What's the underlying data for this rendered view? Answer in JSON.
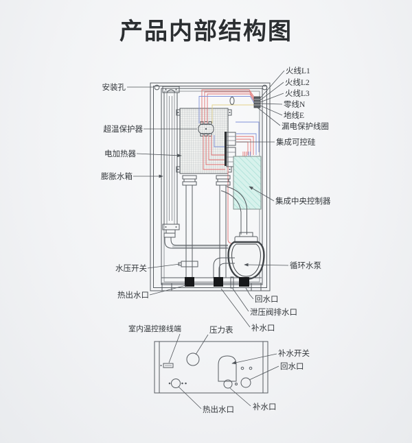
{
  "title": "产品内部结构图",
  "labels": {
    "mounting_hole": "安装孔",
    "overtemp_protector": "超温保护器",
    "electric_heater": "电加热器",
    "expansion_tank": "膨胀水箱",
    "water_pressure_switch": "水压开关",
    "hot_water_outlet": "热出水口",
    "live_wire_l1": "火线L1",
    "live_wire_l2": "火线L2",
    "live_wire_l3": "火线L3",
    "neutral_wire": "零线N",
    "ground_wire": "地线E",
    "leakage_protection_coil": "漏电保护线圈",
    "integrated_thyristor": "集成可控硅",
    "central_controller": "集成中央控制器",
    "circulation_pump": "循环水泵",
    "return_water_port": "回水口",
    "relief_valve_drain": "泄压阀排水口",
    "water_refill_port": "补水口"
  },
  "bottom_view_labels": {
    "indoor_thermostat_terminal": "室内温控接线端",
    "pressure_gauge": "压力表",
    "refill_switch": "补水开关",
    "return_water_port": "回水口",
    "hot_water_outlet": "热出水口",
    "refill_port": "补水口"
  },
  "colors": {
    "background": "#f2f3f5",
    "line": "#565b60",
    "label_text": "#33373b",
    "title_text": "#2b2e31",
    "wire_red": "#e06d6d",
    "wire_blue": "#7e90d8",
    "wire_yellow": "#e3d188",
    "controller_fill": "#d7f2ec",
    "controller_hatch": "#aadfd6",
    "port_fill": "#17181a"
  }
}
